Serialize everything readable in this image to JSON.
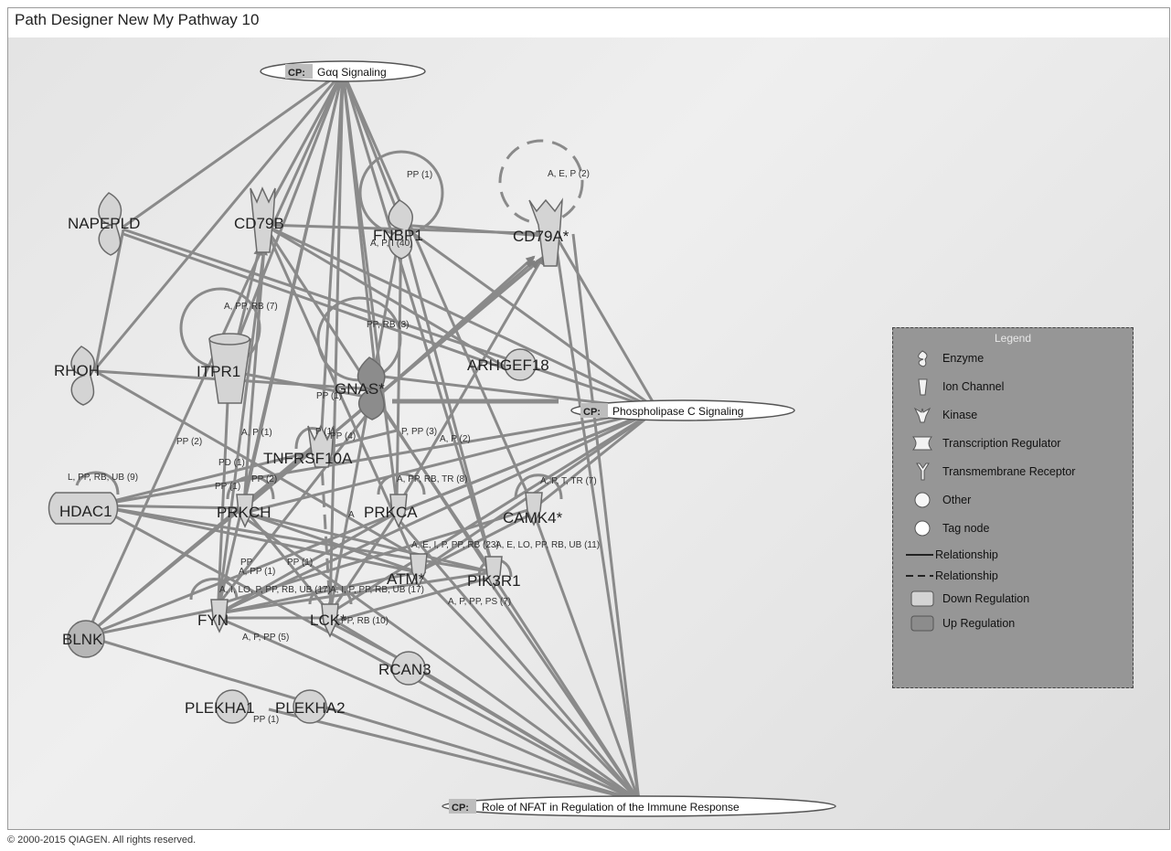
{
  "title": "Path Designer New My Pathway 10",
  "copyright": "© 2000-2015 QIAGEN. All rights reserved.",
  "canonical_pathways": {
    "gaq": {
      "prefix": "CP:",
      "label": "Gαq Signaling"
    },
    "plc": {
      "prefix": "CP:",
      "label": "Phospholipase C Signaling"
    },
    "nfat": {
      "prefix": "CP:",
      "label": "Role of NFAT in Regulation of the Immune Response"
    }
  },
  "nodes": {
    "napepld": "NAPEPLD",
    "cd79b": "CD79B",
    "fnbp1": "FNBP1",
    "cd79a": "CD79A*",
    "rhoh": "RHOH",
    "itpr1": "ITPR1",
    "gnas": "GNAS*",
    "arhgef18": "ARHGEF18",
    "tnfrsf10a": "TNFRSF10A",
    "hdac1": "HDAC1",
    "prkch": "PRKCH",
    "prkca": "PRKCA",
    "camk4": "CAMK4*",
    "atm": "ATM*",
    "pik3r1": "PIK3R1",
    "fyn": "FYN",
    "lck": "LCK*",
    "blnk": "BLNK",
    "rcan3": "RCAN3",
    "plekha1": "PLEKHA1",
    "plekha2": "PLEKHA2"
  },
  "edge_labels": {
    "fnbp1_self": "PP (1)",
    "cd79a_self": "A, E, P (2)",
    "fnbp1_cd79a": "A, P, I (40)",
    "itpr1_self": "A, PP, RB (7)",
    "gnas_self": "PP, RB (3)",
    "gnas_pp1": "PP (1)",
    "itpr1_pp2": "PP (2)",
    "tnf_ap1": "A, P (1)",
    "tnf_p": "P (1)",
    "tnf_pp4": "PP (4)",
    "pd1": "PD (1)",
    "pp2b": "PP (2)",
    "pp1c": "PP (1)",
    "a_label": "A",
    "p_pp3": "P, PP (3)",
    "a_p2": "A, P (2)",
    "hdac1_self": "L, PP, RB, UB (9)",
    "prkca_self": "A, PP, RB, TR (8)",
    "camk4_self": "A, P, T, TR (7)",
    "atm_pik": "A, E, I, P, PP, RB (23)",
    "pik_self": "A, E, LO, PP, RB, UB (11)",
    "pp1d": "PP",
    "app1": "A, PP (1)",
    "pp1e": "PP (1)",
    "fyn_self": "A, I, LO, P, PP, RB, UB (17)",
    "lck_pik": "A, I, P, PP, RB, UB (17)",
    "pik_lck": "A, P, PP, PS (7)",
    "lck_self": "PP, RB (10)",
    "fyn_lck": "A, P, PP (5)",
    "plek": "PP (1)"
  },
  "legend": {
    "title": "Legend",
    "items": [
      {
        "icon": "enzyme-icon",
        "label": "Enzyme"
      },
      {
        "icon": "ion-channel-icon",
        "label": "Ion Channel"
      },
      {
        "icon": "kinase-icon",
        "label": "Kinase"
      },
      {
        "icon": "transcription-regulator-icon",
        "label": "Transcription Regulator"
      },
      {
        "icon": "transmembrane-receptor-icon",
        "label": "Transmembrane Receptor"
      },
      {
        "icon": "other-icon",
        "label": "Other"
      },
      {
        "icon": "tag-node-icon",
        "label": "Tag node"
      },
      {
        "icon": "solid-line-icon",
        "label": "Relationship"
      },
      {
        "icon": "dashed-line-icon",
        "label": "Relationship"
      },
      {
        "icon": "down-regulation-swatch",
        "label": "Down Regulation"
      },
      {
        "icon": "up-regulation-swatch",
        "label": "Up Regulation"
      }
    ],
    "colors": {
      "down": "#d4d4d4",
      "up": "#8c8c8c"
    }
  }
}
